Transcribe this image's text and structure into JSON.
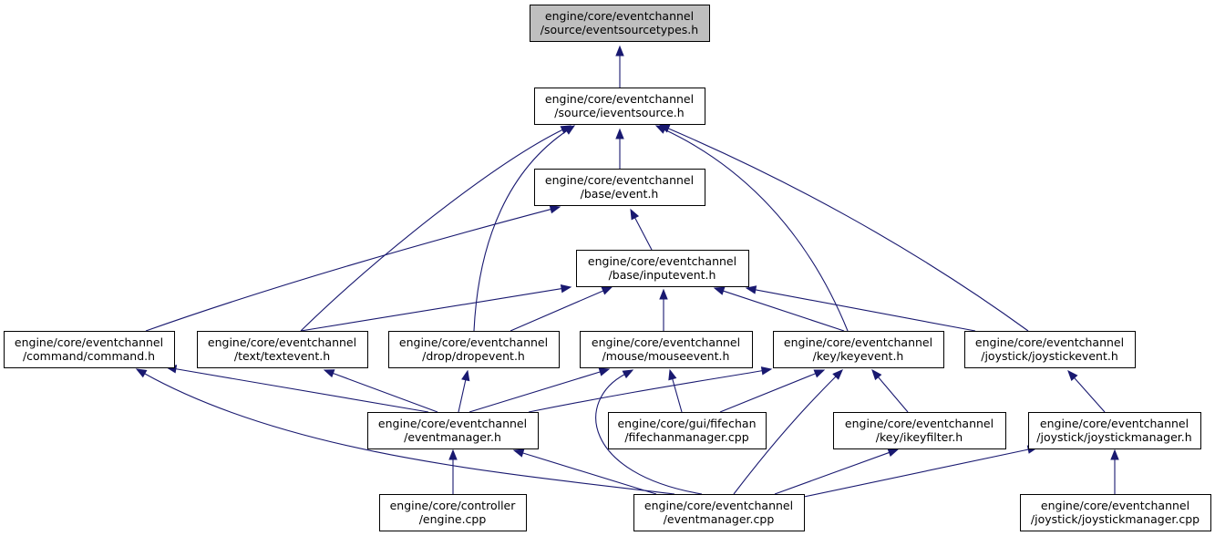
{
  "diagram": {
    "type": "include-dependency-graph",
    "nodes": [
      {
        "id": "eventsourcetypes",
        "lines": [
          "engine/core/eventchannel",
          "/source/eventsourcetypes.h"
        ],
        "root": true
      },
      {
        "id": "ieventsource",
        "lines": [
          "engine/core/eventchannel",
          "/source/ieventsource.h"
        ]
      },
      {
        "id": "event",
        "lines": [
          "engine/core/eventchannel",
          "/base/event.h"
        ]
      },
      {
        "id": "inputevent",
        "lines": [
          "engine/core/eventchannel",
          "/base/inputevent.h"
        ]
      },
      {
        "id": "command",
        "lines": [
          "engine/core/eventchannel",
          "/command/command.h"
        ]
      },
      {
        "id": "textevent",
        "lines": [
          "engine/core/eventchannel",
          "/text/textevent.h"
        ]
      },
      {
        "id": "dropevent",
        "lines": [
          "engine/core/eventchannel",
          "/drop/dropevent.h"
        ]
      },
      {
        "id": "mouseevent",
        "lines": [
          "engine/core/eventchannel",
          "/mouse/mouseevent.h"
        ]
      },
      {
        "id": "keyevent",
        "lines": [
          "engine/core/eventchannel",
          "/key/keyevent.h"
        ]
      },
      {
        "id": "joystickevent",
        "lines": [
          "engine/core/eventchannel",
          "/joystick/joystickevent.h"
        ]
      },
      {
        "id": "eventmanager_h",
        "lines": [
          "engine/core/eventchannel",
          "/eventmanager.h"
        ]
      },
      {
        "id": "fifechanmanager",
        "lines": [
          "engine/core/gui/fifechan",
          "/fifechanmanager.cpp"
        ]
      },
      {
        "id": "ikeyfilter",
        "lines": [
          "engine/core/eventchannel",
          "/key/ikeyfilter.h"
        ]
      },
      {
        "id": "joystickmanager_h",
        "lines": [
          "engine/core/eventchannel",
          "/joystick/joystickmanager.h"
        ]
      },
      {
        "id": "engine_cpp",
        "lines": [
          "engine/core/controller",
          "/engine.cpp"
        ]
      },
      {
        "id": "eventmanager_cpp",
        "lines": [
          "engine/core/eventchannel",
          "/eventmanager.cpp"
        ]
      },
      {
        "id": "joystickmanager_cpp",
        "lines": [
          "engine/core/eventchannel",
          "/joystick/joystickmanager.cpp"
        ]
      }
    ],
    "edges": [
      {
        "from": "ieventsource",
        "to": "eventsourcetypes"
      },
      {
        "from": "event",
        "to": "ieventsource"
      },
      {
        "from": "textevent",
        "to": "ieventsource"
      },
      {
        "from": "dropevent",
        "to": "ieventsource"
      },
      {
        "from": "keyevent",
        "to": "ieventsource"
      },
      {
        "from": "joystickevent",
        "to": "ieventsource"
      },
      {
        "from": "inputevent",
        "to": "event"
      },
      {
        "from": "command",
        "to": "event"
      },
      {
        "from": "textevent",
        "to": "inputevent"
      },
      {
        "from": "dropevent",
        "to": "inputevent"
      },
      {
        "from": "mouseevent",
        "to": "inputevent"
      },
      {
        "from": "keyevent",
        "to": "inputevent"
      },
      {
        "from": "joystickevent",
        "to": "inputevent"
      },
      {
        "from": "eventmanager_h",
        "to": "command"
      },
      {
        "from": "eventmanager_cpp",
        "to": "command"
      },
      {
        "from": "eventmanager_h",
        "to": "textevent"
      },
      {
        "from": "eventmanager_h",
        "to": "dropevent"
      },
      {
        "from": "eventmanager_h",
        "to": "mouseevent"
      },
      {
        "from": "fifechanmanager",
        "to": "mouseevent"
      },
      {
        "from": "eventmanager_cpp",
        "to": "mouseevent"
      },
      {
        "from": "eventmanager_h",
        "to": "keyevent"
      },
      {
        "from": "fifechanmanager",
        "to": "keyevent"
      },
      {
        "from": "ikeyfilter",
        "to": "keyevent"
      },
      {
        "from": "eventmanager_cpp",
        "to": "keyevent"
      },
      {
        "from": "joystickmanager_h",
        "to": "joystickevent"
      },
      {
        "from": "engine_cpp",
        "to": "eventmanager_h"
      },
      {
        "from": "eventmanager_cpp",
        "to": "eventmanager_h"
      },
      {
        "from": "eventmanager_cpp",
        "to": "ikeyfilter"
      },
      {
        "from": "eventmanager_cpp",
        "to": "joystickmanager_h"
      },
      {
        "from": "joystickmanager_cpp",
        "to": "joystickmanager_h"
      }
    ]
  },
  "colors": {
    "edge": "#191970",
    "root_fill": "#bfbfbf",
    "node_fill": "#ffffff",
    "node_border": "#000000"
  }
}
